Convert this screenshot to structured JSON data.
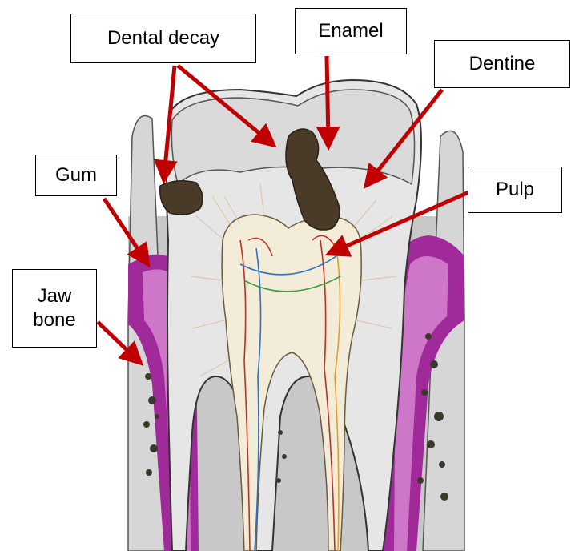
{
  "labels": {
    "dental_decay": "Dental decay",
    "enamel": "Enamel",
    "dentine": "Dentine",
    "gum": "Gum",
    "pulp": "Pulp",
    "jaw_bone_line1": "Jaw",
    "jaw_bone_line2": "bone"
  },
  "colors": {
    "arrow": "#c00000",
    "bone_background": "#c8c8c8",
    "tooth": "#e6e6e6",
    "enamel": "#dadada",
    "gum": "#a02a9a",
    "gum_light": "#d98ad2",
    "decay": "#4a3a28",
    "pulp": "#f2ecd8",
    "nerve": "#c03020",
    "bone_dots": "#3a3a2a"
  }
}
